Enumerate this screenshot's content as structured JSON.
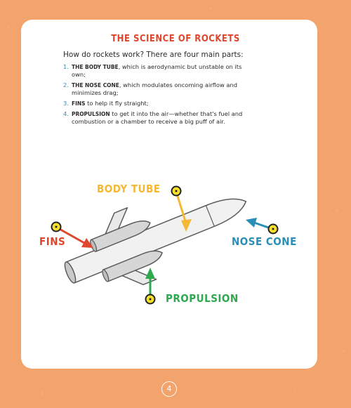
{
  "title": "THE SCIENCE OF ROCKETS",
  "intro": "How do rockets work? There are four main parts:",
  "parts": [
    {
      "num": "1.",
      "term": "THE BODY TUBE",
      "text": ", which is aerodynamic but unstable on its own;"
    },
    {
      "num": "2.",
      "term": "THE NOSE CONE",
      "text": ", which modulates oncoming airflow and minimizes drag;"
    },
    {
      "num": "3.",
      "term": "FINS",
      "text": " to help it fly straight;"
    },
    {
      "num": "4.",
      "term": "PROPULSION",
      "text": " to get it into the air—whether that's fuel and combustion or a chamber to receive a big puff of air."
    }
  ],
  "labels": {
    "body_tube": "BODY TUBE",
    "fins": "FINS",
    "nose_cone": "NOSE CONE",
    "propulsion": "PROPULSION"
  },
  "colors": {
    "background": "#f2a46c",
    "title": "#e0462c",
    "body_tube": "#f4b834",
    "fins": "#e0462c",
    "nose_cone": "#2a8fb8",
    "propulsion": "#2fa84f"
  },
  "page_number": "4"
}
